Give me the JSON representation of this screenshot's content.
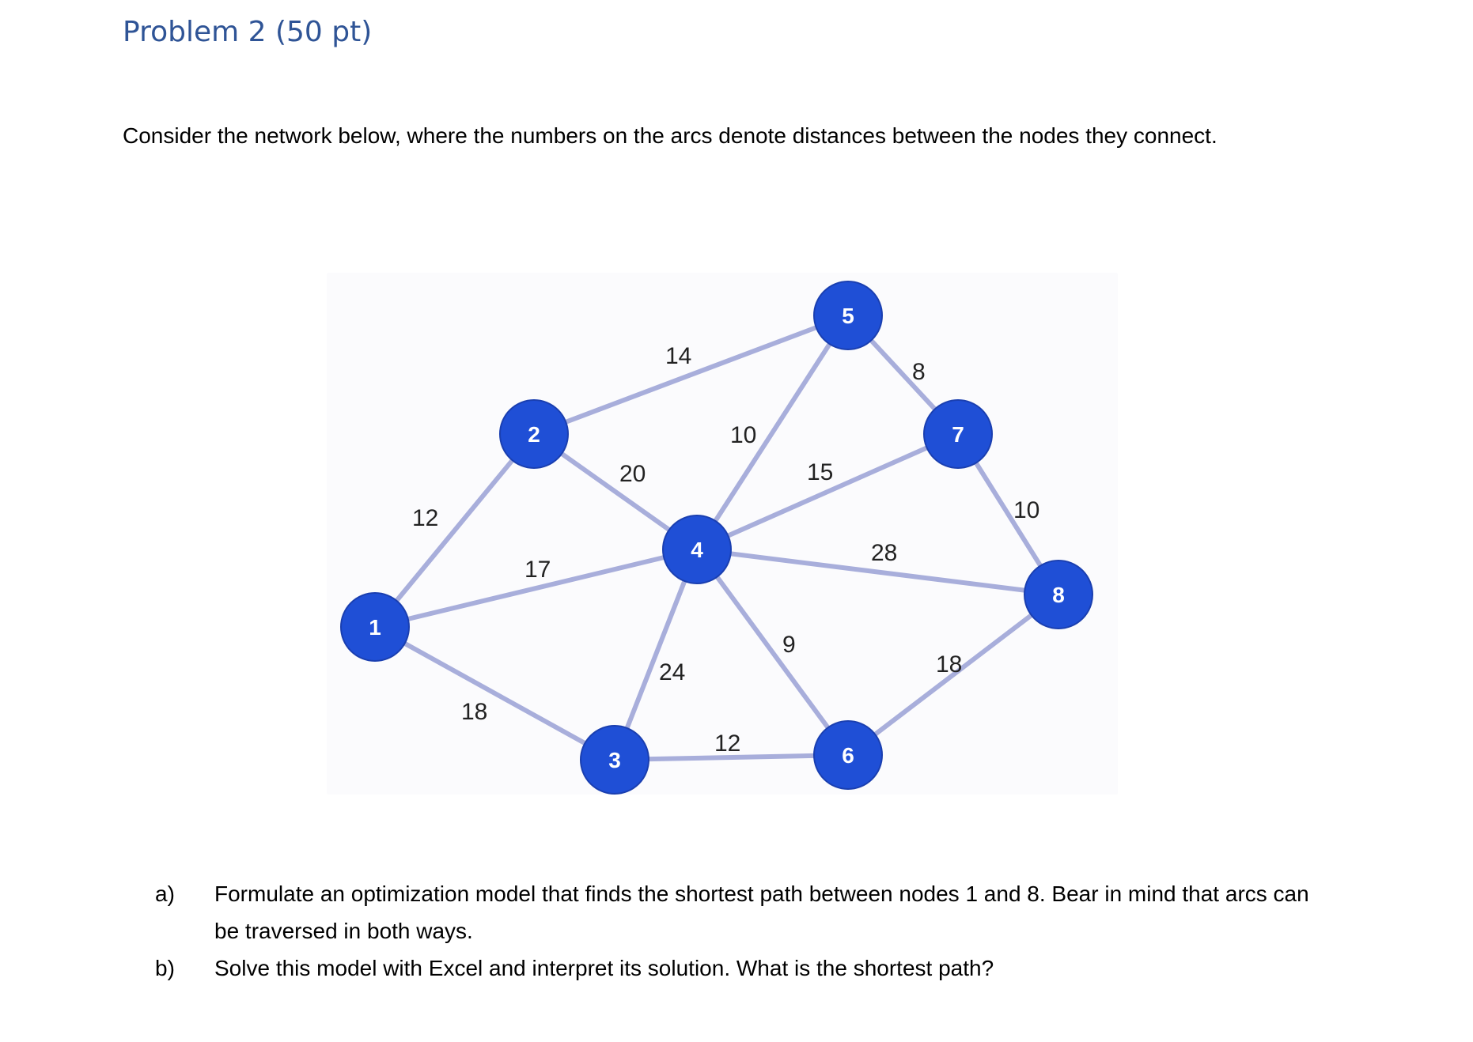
{
  "document": {
    "heading": "Problem 2 (50 pt)",
    "intro": "Consider the network below, where the numbers on the arcs denote distances between the nodes they connect.",
    "questions": [
      {
        "marker": "a)",
        "text": "Formulate an optimization model that finds the shortest path between nodes 1 and 8. Bear in mind that arcs can be traversed in both ways."
      },
      {
        "marker": "b)",
        "text": "Solve this model with Excel and interpret its solution. What is the shortest path?"
      }
    ]
  },
  "network": {
    "colors": {
      "node_fill": "#1f4fd6",
      "node_label": "#ffffff",
      "edge": "#a8aedb",
      "edge_label": "#222222"
    },
    "nodes": [
      {
        "id": "1",
        "label": "1"
      },
      {
        "id": "2",
        "label": "2"
      },
      {
        "id": "3",
        "label": "3"
      },
      {
        "id": "4",
        "label": "4"
      },
      {
        "id": "5",
        "label": "5"
      },
      {
        "id": "6",
        "label": "6"
      },
      {
        "id": "7",
        "label": "7"
      },
      {
        "id": "8",
        "label": "8"
      }
    ],
    "edges": [
      {
        "from": "1",
        "to": "2",
        "distance": "12"
      },
      {
        "from": "1",
        "to": "4",
        "distance": "17"
      },
      {
        "from": "1",
        "to": "3",
        "distance": "18"
      },
      {
        "from": "2",
        "to": "5",
        "distance": "14"
      },
      {
        "from": "2",
        "to": "4",
        "distance": "20"
      },
      {
        "from": "4",
        "to": "5",
        "distance": "10"
      },
      {
        "from": "4",
        "to": "7",
        "distance": "15"
      },
      {
        "from": "4",
        "to": "8",
        "distance": "28"
      },
      {
        "from": "4",
        "to": "3",
        "distance": "24"
      },
      {
        "from": "4",
        "to": "6",
        "distance": "9"
      },
      {
        "from": "5",
        "to": "7",
        "distance": "8"
      },
      {
        "from": "7",
        "to": "8",
        "distance": "10"
      },
      {
        "from": "3",
        "to": "6",
        "distance": "12"
      },
      {
        "from": "6",
        "to": "8",
        "distance": "18"
      }
    ]
  }
}
